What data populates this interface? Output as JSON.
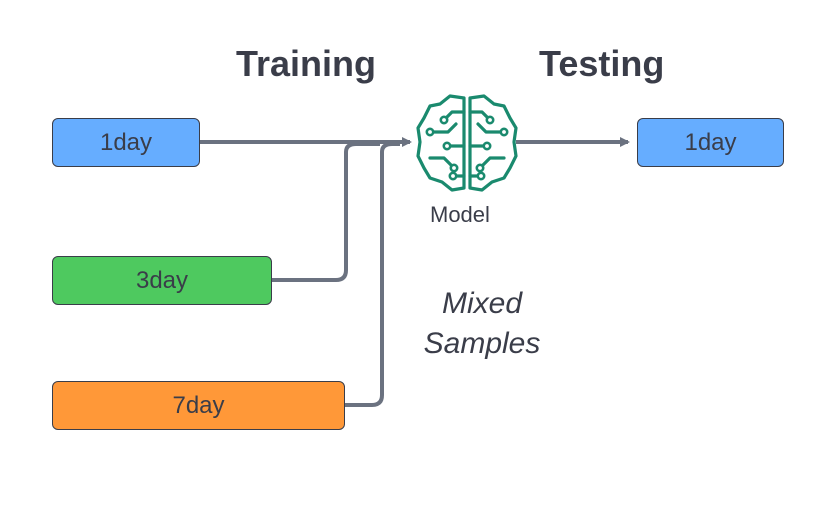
{
  "headings": {
    "training": "Training",
    "testing": "Testing"
  },
  "inputs": [
    {
      "label": "1day",
      "color": "#66adff"
    },
    {
      "label": "3day",
      "color": "#4ec95f"
    },
    {
      "label": "7day",
      "color": "#ff9838"
    }
  ],
  "model": {
    "label": "Model",
    "icon": "brain-circuit-icon",
    "icon_color": "#1a8a6e"
  },
  "output": {
    "label": "1day",
    "color": "#66adff"
  },
  "note": {
    "line1": "Mixed",
    "line2": "Samples"
  },
  "colors": {
    "text": "#3a3d49",
    "connector": "#6b7280"
  }
}
